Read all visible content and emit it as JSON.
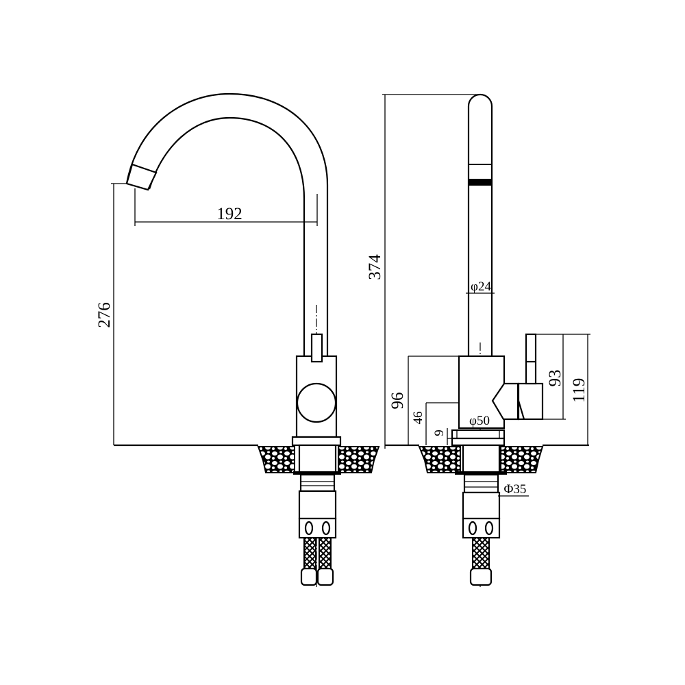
{
  "drawing": {
    "title": "Kitchen faucet dimension drawing",
    "front_view": {
      "dimensions": {
        "spout_reach": "192",
        "spout_height": "276"
      }
    },
    "side_view": {
      "dimensions": {
        "total_height": "374",
        "spout_diameter": "φ24",
        "body_height": "96",
        "lever_axis_height": "46",
        "base_height": "9",
        "body_diameter": "φ50",
        "lever_height": "93",
        "lever_top_height": "119",
        "shank_diameter": "Φ35"
      }
    },
    "colors": {
      "line": "#000000",
      "background": "#ffffff"
    }
  }
}
